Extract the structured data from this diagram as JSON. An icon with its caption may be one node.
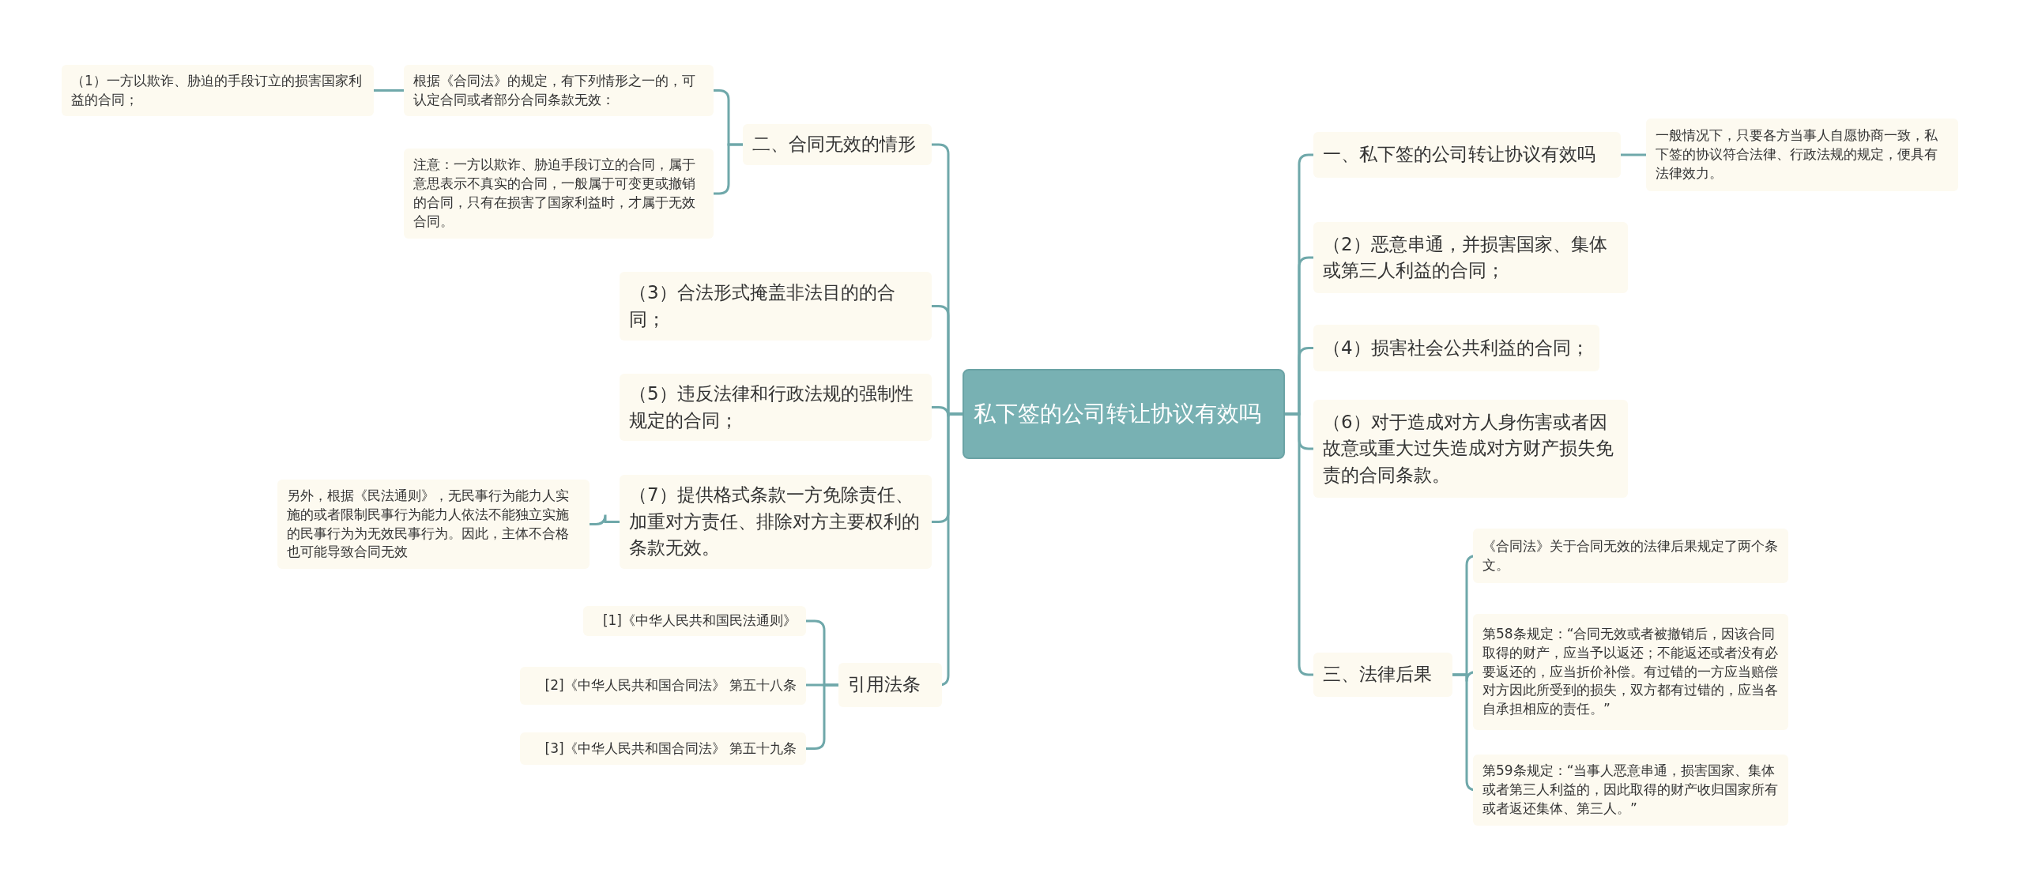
{
  "diagram": {
    "nodes": [
      {
        "text": [
          "私下签的公司转让协议有效吗"
        ]
      },
      {
        "text": [
          "二、合同无效的情形"
        ]
      },
      {
        "text": [
          "根据《合同法》的规定，有下列情形之一的，可认定合同或者部分合同条款无效："
        ]
      },
      {
        "text": [
          "（1）一方以欺诈、胁迫的手段订立的损害国家利益的合同；"
        ]
      },
      {
        "text": [
          "注意：一方以欺诈、胁迫手段订立的合同，属于意思表示不真实的合同，一般属于可变更或撤销的合同，只有在损害了国家利益时，才属于无效合同。"
        ]
      },
      {
        "text": [
          "（3）合法形式掩盖非法目的的合同；"
        ]
      },
      {
        "text": [
          "（5）违反法律和行政法规的强制性规定的合同；"
        ]
      },
      {
        "text": [
          "（7）提供格式条款一方免除责任、加重对方责任、排除对方主要权利的条款无效。"
        ]
      },
      {
        "text": [
          "另外，根据《民法通则》，无民事行为能力人实施的或者限制民事行为能力人依法不能独立实施的民事行为为无效民事行为。因此，主体不合格也可能导致合同无效"
        ]
      },
      {
        "text": [
          "引用法条"
        ]
      },
      {
        "text": [
          "[1]《中华人民共和国民法通则》"
        ]
      },
      {
        "text": [
          "[2]《中华人民共和国合同法》 第五十八条"
        ]
      },
      {
        "text": [
          "[3]《中华人民共和国合同法》 第五十九条"
        ]
      },
      {
        "text": [
          "一、私下签的公司转让协议有效吗"
        ]
      },
      {
        "text": [
          "一般情况下，只要各方当事人自愿协商一致，私下签的协议符合法律、行政法规的规定，便具有法律效力。"
        ]
      },
      {
        "text": [
          "（2）恶意串通，并损害国家、集体或第三人利益的合同；"
        ]
      },
      {
        "text": [
          "（4）损害社会公共利益的合同；"
        ]
      },
      {
        "text": [
          "（6）对于造成对方人身伤害或者因故意或重大过失造成对方财产损失免责的合同条款。"
        ]
      },
      {
        "text": [
          "三、法律后果"
        ]
      },
      {
        "text": [
          "《合同法》关于合同无效的法律后果规定了两个条文。"
        ]
      },
      {
        "text": [
          "第58条规定：“合同无效或者被撤销后，因该合同取得的财产，应当予以返还；不能返还或者没有必要返还的，应当折价补偿。有过错的一方应当赔偿对方因此所受到的损失，双方都有过错的，应当各自承担相应的责任。”"
        ]
      },
      {
        "text": [
          "第59条规定：“当事人恶意串通，损害国家、集体或者第三人利益的，因此取得的财产收归国家所有或者返还集体、第三人。”"
        ]
      }
    ],
    "edges": [
      {
        "from": 0,
        "to": 1,
        "arrow": "none"
      },
      {
        "from": 1,
        "to": 2,
        "arrow": "none"
      },
      {
        "from": 2,
        "to": 3,
        "arrow": "none"
      },
      {
        "from": 1,
        "to": 4,
        "arrow": "none"
      },
      {
        "from": 0,
        "to": 5,
        "arrow": "none"
      },
      {
        "from": 0,
        "to": 6,
        "arrow": "none"
      },
      {
        "from": 0,
        "to": 7,
        "arrow": "none"
      },
      {
        "from": 7,
        "to": 8,
        "arrow": "none"
      },
      {
        "from": 0,
        "to": 9,
        "arrow": "none"
      },
      {
        "from": 9,
        "to": 10,
        "arrow": "none"
      },
      {
        "from": 9,
        "to": 11,
        "arrow": "none"
      },
      {
        "from": 9,
        "to": 12,
        "arrow": "none"
      },
      {
        "from": 0,
        "to": 13,
        "arrow": "none"
      },
      {
        "from": 13,
        "to": 14,
        "arrow": "none"
      },
      {
        "from": 0,
        "to": 15,
        "arrow": "none"
      },
      {
        "from": 0,
        "to": 16,
        "arrow": "none"
      },
      {
        "from": 0,
        "to": 17,
        "arrow": "none"
      },
      {
        "from": 0,
        "to": 18,
        "arrow": "none"
      },
      {
        "from": 18,
        "to": 19,
        "arrow": "none"
      },
      {
        "from": 18,
        "to": 20,
        "arrow": "none"
      },
      {
        "from": 18,
        "to": 21,
        "arrow": "none"
      }
    ]
  }
}
